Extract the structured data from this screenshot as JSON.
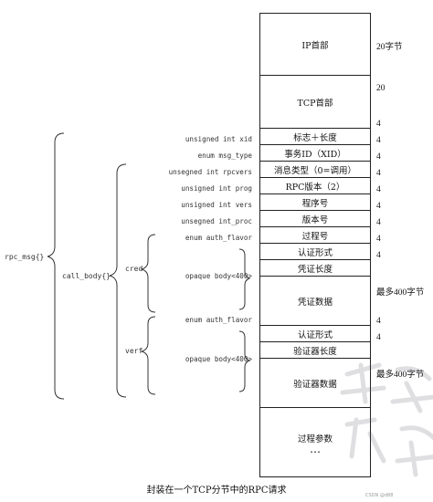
{
  "rows": [
    {
      "label": "IP首部",
      "size": "20字节"
    },
    {
      "label": "TCP首部",
      "size": "20"
    },
    {
      "label": "标志＋长度",
      "size": "4"
    },
    {
      "label": "事务ID（XID）",
      "size": "4"
    },
    {
      "label": "消息类型（0=调用）",
      "size": "4"
    },
    {
      "label": "RPC版本（2）",
      "size": "4"
    },
    {
      "label": "程序号",
      "size": "4"
    },
    {
      "label": "版本号",
      "size": "4"
    },
    {
      "label": "过程号",
      "size": "4"
    },
    {
      "label": "认证形式",
      "size": "4"
    },
    {
      "label": "凭证长度",
      "size": "4"
    },
    {
      "label": "凭证数据",
      "size": "最多400字节"
    },
    {
      "label": "认证形式",
      "size": "4"
    },
    {
      "label": "验证器长度",
      "size": "4"
    },
    {
      "label": "验证器数据",
      "size": "最多400字节"
    },
    {
      "label": "过程参数",
      "size": ""
    }
  ],
  "ellipsis": "…",
  "fields": {
    "xid": "unsigned int xid",
    "msg_type": "enum msg_type",
    "rpcvers": "unsegned int rpcvers",
    "prog": "unsigned int prog",
    "vers": "unsigned int vers",
    "proc": "unsegned int_proc",
    "cred_flavor": "enum auth_flavor",
    "cred_body": "opaque body<400>",
    "verf_flavor": "enum auth_flavor",
    "verf_body": "opaque body<400>"
  },
  "groups": {
    "rpc_msg": "rpc_msg{}",
    "call_body": "call_body{}",
    "cred": "cred",
    "verf": "verf"
  },
  "caption": "封装在一个TCP分节中的RPC请求",
  "watermark": "CSDN @d88"
}
